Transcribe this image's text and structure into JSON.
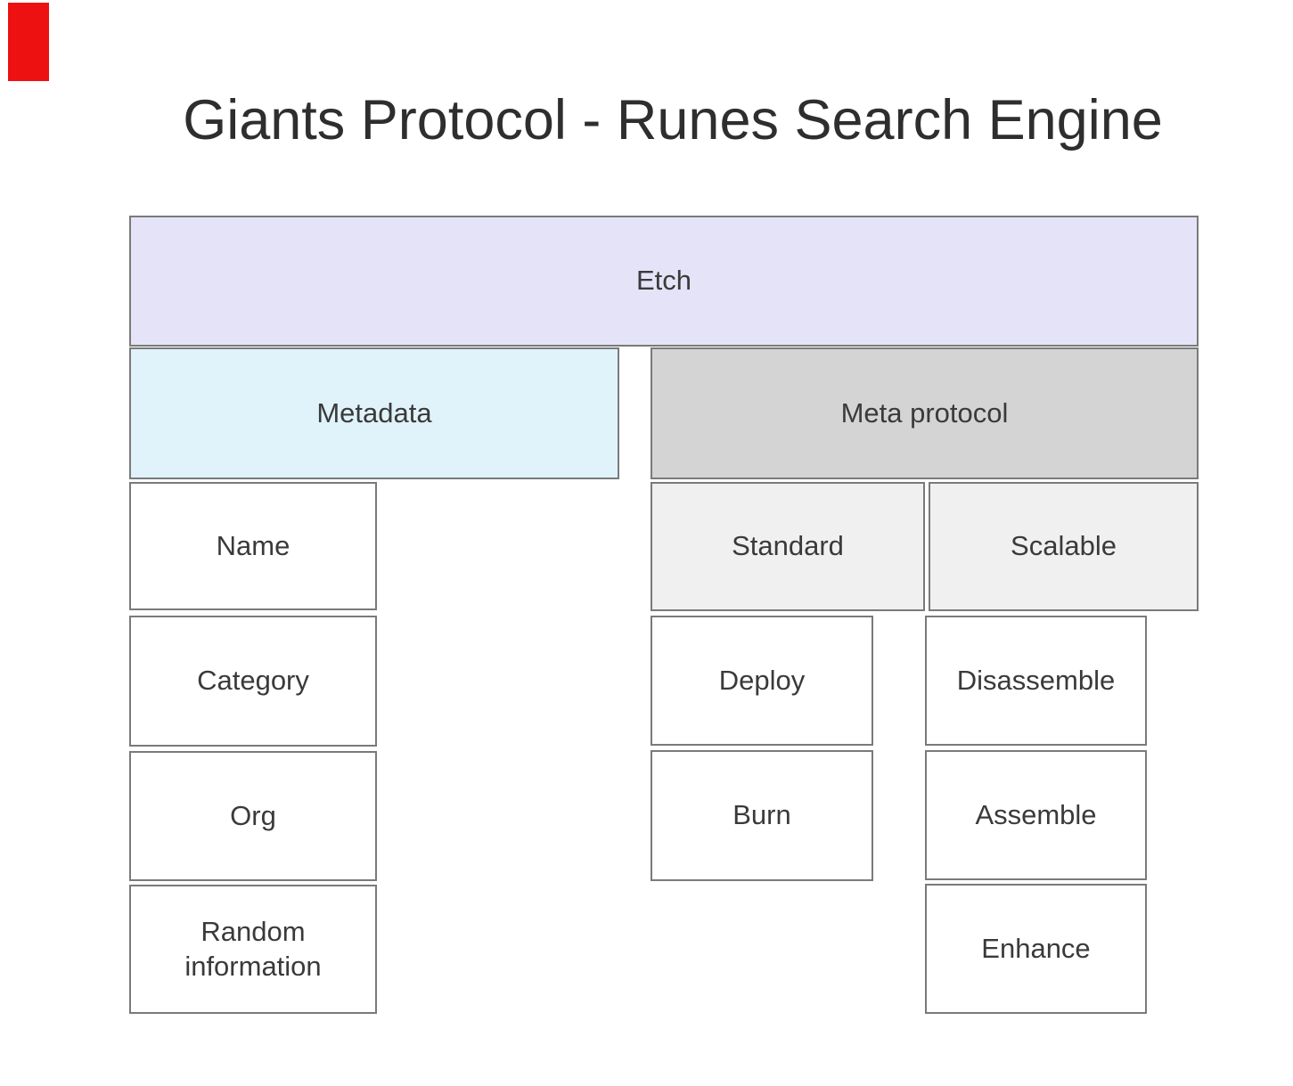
{
  "title": "Giants Protocol - Runes Search Engine",
  "colors": {
    "page-bg": "#ffffff",
    "marker": "#ee1111",
    "border": "#7a7a7a",
    "text": "#3a3a3a",
    "title-text": "#2e2e2e",
    "etch-fill": "#e4e3f7",
    "metadata-fill": "#e0f3fa",
    "metaprotocol-fill": "#d4d4d4",
    "subgroup-fill": "#f0f0f0",
    "leaf-fill": "#ffffff"
  },
  "diagram": {
    "root": {
      "label": "Etch"
    },
    "metadata": {
      "label": "Metadata",
      "items": [
        {
          "label": "Name"
        },
        {
          "label": "Category"
        },
        {
          "label": "Org"
        },
        {
          "label": "Random information"
        }
      ]
    },
    "meta_protocol": {
      "label": "Meta protocol",
      "standard": {
        "label": "Standard",
        "items": [
          {
            "label": "Deploy"
          },
          {
            "label": "Burn"
          }
        ]
      },
      "scalable": {
        "label": "Scalable",
        "items": [
          {
            "label": "Disassemble"
          },
          {
            "label": "Assemble"
          },
          {
            "label": "Enhance"
          }
        ]
      }
    }
  }
}
